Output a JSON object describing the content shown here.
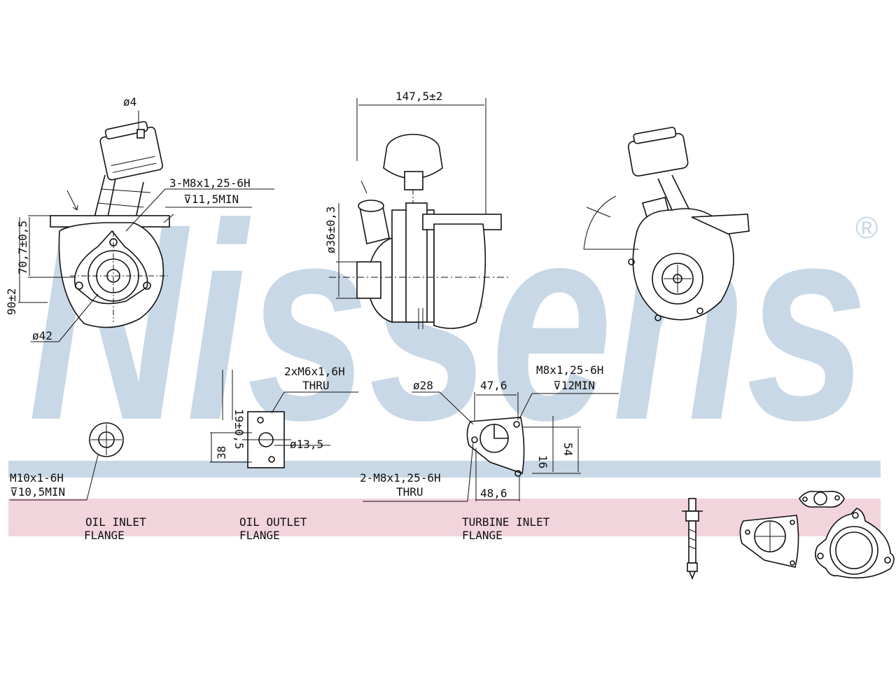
{
  "brand": {
    "watermark": "Nissens",
    "registered_mark": "®",
    "watermark_color": "#c9d8e6",
    "band_color": "#f2d4dc",
    "line_color": "#111111"
  },
  "front_view": {
    "dia_top": "ø4",
    "thread": "3-M8x1,25-6H",
    "depth": "⊽11,5MIN",
    "dim_height_1": "90±2",
    "dim_height_2": "70,7±0,5",
    "dia_bottom": "ø42"
  },
  "side_view": {
    "width": "147,5±2",
    "height": "ø36±0,3"
  },
  "oil_outlet": {
    "thread": "2xM6x1,6H",
    "thru": "THRU",
    "dim_a": "19±0,5",
    "dim_b": "38",
    "dia": "ø13,5"
  },
  "turbine_inlet": {
    "dia": "ø28",
    "width": "47,6",
    "thread": "M8x1,25-6H",
    "depth": "⊽12MIN",
    "height": "54",
    "offset": "16",
    "thread2": "2-M8x1,25-6H",
    "thru": "THRU",
    "bottom": "48,6"
  },
  "oil_inlet": {
    "thread": "M10x1-6H",
    "depth": "⊽10,5MIN"
  },
  "captions": {
    "oil_inlet_1": "OIL INLET",
    "oil_inlet_2": "FLANGE",
    "oil_outlet_1": "OIL OUTLET",
    "oil_outlet_2": "FLANGE",
    "turbine_inlet_1": "TURBINE INLET",
    "turbine_inlet_2": "FLANGE"
  }
}
